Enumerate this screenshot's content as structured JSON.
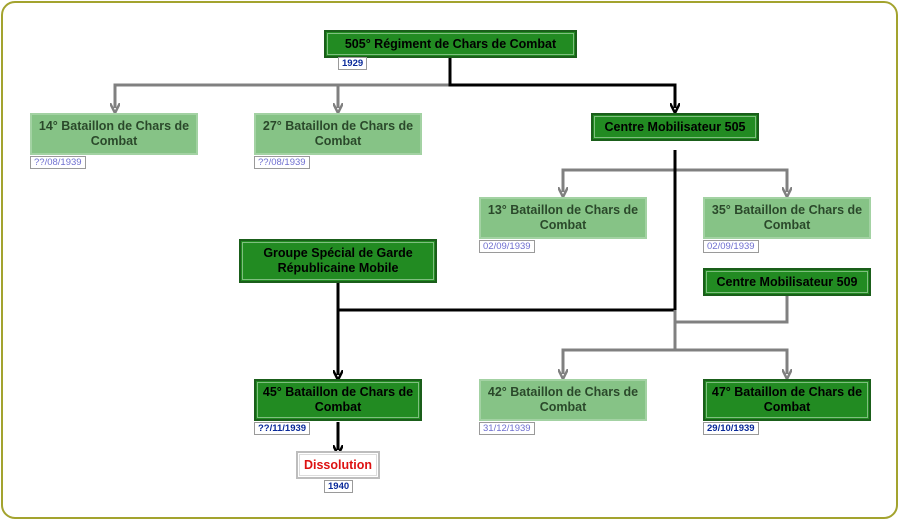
{
  "nodes": {
    "regiment_505": {
      "label": "505° Régiment de Chars de Combat",
      "date": "1929"
    },
    "bataillon_14": {
      "label": "14° Bataillon de Chars de Combat",
      "date": "??/08/1939"
    },
    "bataillon_27": {
      "label": "27° Bataillon de Chars de Combat",
      "date": "??/08/1939"
    },
    "cm_505": {
      "label": "Centre Mobilisateur 505"
    },
    "bataillon_13": {
      "label": "13° Bataillon de Chars de Combat",
      "date": "02/09/1939"
    },
    "bataillon_35": {
      "label": "35° Bataillon de Chars de Combat",
      "date": "02/09/1939"
    },
    "groupe_special": {
      "label": "Groupe Spécial de Garde Républicaine Mobile"
    },
    "cm_509": {
      "label": "Centre Mobilisateur 509"
    },
    "bataillon_45": {
      "label": "45° Bataillon de Chars de Combat",
      "date": "??/11/1939"
    },
    "bataillon_42": {
      "label": "42° Bataillon de Chars de Combat",
      "date": "31/12/1939"
    },
    "bataillon_47": {
      "label": "47° Bataillon de Chars de Combat",
      "date": "29/10/1939"
    },
    "dissolution": {
      "label": "Dissolution",
      "date": "1940"
    }
  },
  "colors": {
    "active_box": "#228b22",
    "faded_box": "#80c080",
    "active_line": "#000000",
    "faded_line": "#808080",
    "dissolution_text": "#dd1111",
    "frame": "#a3a32e"
  }
}
